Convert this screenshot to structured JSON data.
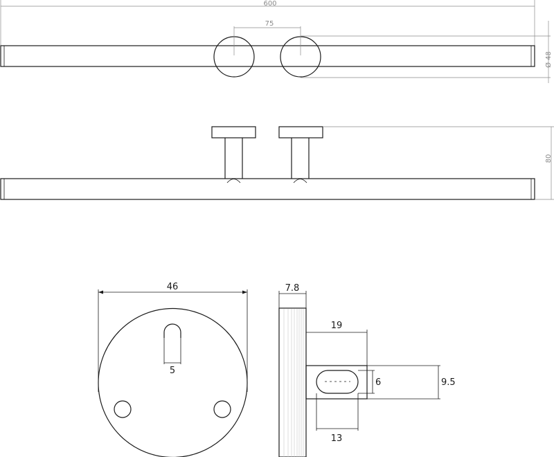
{
  "dimensions": {
    "overall_length": "600",
    "hook_spacing": "75",
    "rosette_diameter": "Ø 48",
    "projection": "80",
    "plate_diameter": "46",
    "plate_thickness": "7.8",
    "slot_width": "5",
    "post_length": "19",
    "slot_height": "6",
    "post_height": "9.5",
    "slot_length": "13"
  },
  "colors": {
    "line": "#1a1a1a",
    "dimension_grey": "#8a8a8a"
  }
}
